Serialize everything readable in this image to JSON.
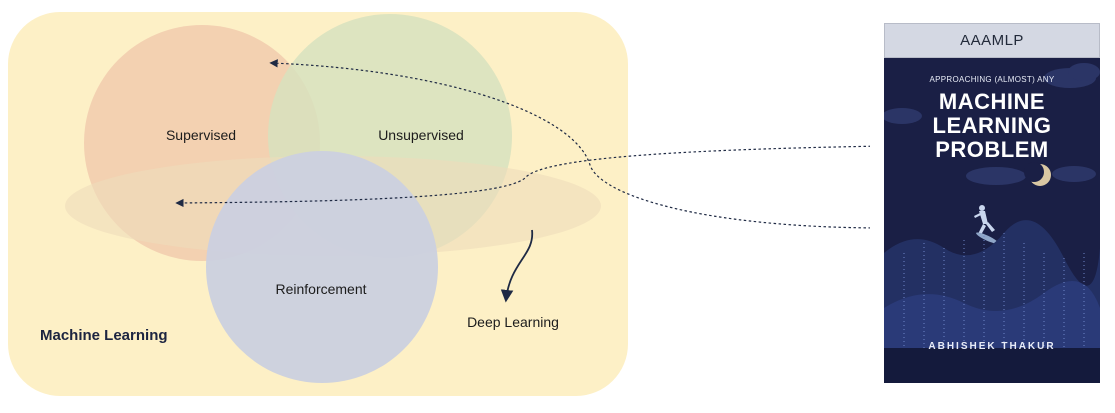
{
  "diagram": {
    "container_label": "Machine Learning",
    "circles": [
      {
        "id": "supervised",
        "label": "Supervised",
        "fill": "#f2cfb0"
      },
      {
        "id": "unsupervised",
        "label": "Unsupervised",
        "fill": "#d7e2be"
      },
      {
        "id": "reinforcement",
        "label": "Reinforcement",
        "fill": "#cbd0df"
      }
    ],
    "deep_learning_label": "Deep Learning",
    "colors": {
      "container": "#fdf0c6",
      "ellipse": "#efdcba",
      "connector": "#1f2a44"
    }
  },
  "book": {
    "header": "AAAMLP",
    "subtitle": "APPROACHING (ALMOST) ANY",
    "title_lines": [
      "MACHINE",
      "LEARNING",
      "PROBLEM"
    ],
    "author": "ABHISHEK THAKUR",
    "colors": {
      "cover": "#1a1f45",
      "header": "#d4d8e3"
    }
  }
}
